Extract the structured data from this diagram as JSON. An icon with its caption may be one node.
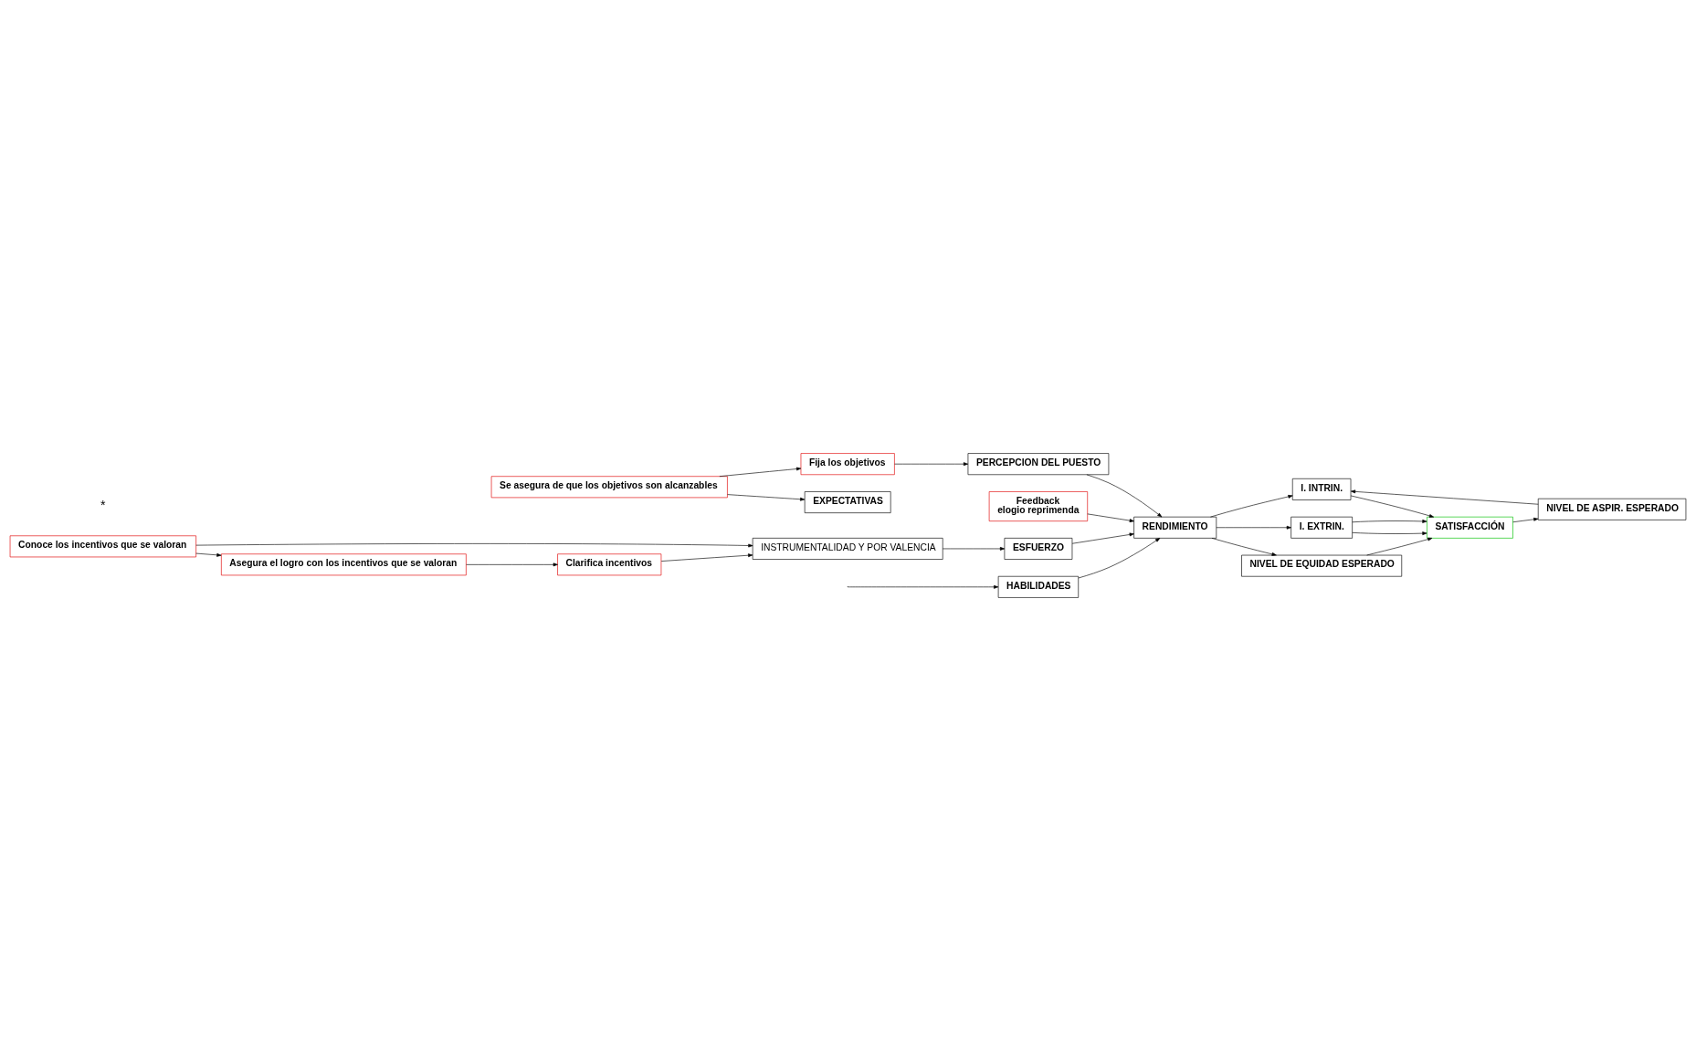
{
  "diagram": {
    "nodes": [
      {
        "text": [
          "Se asegura de que los objetivos son alcanzables"
        ]
      },
      {
        "text": [
          "Fija los objetivos"
        ]
      },
      {
        "text": [
          "PERCEPCION DEL PUESTO"
        ]
      },
      {
        "text": [
          "NIVEL DE ASPIR. ESPERADO"
        ]
      },
      {
        "text": [
          "Feedback",
          "elogio reprimenda"
        ]
      },
      {
        "text": [
          "I. INTRIN."
        ]
      },
      {
        "text": [
          "EXPECTATIVAS"
        ]
      },
      {
        "text": [
          "INSTRUMENTALIDAD Y POR VALENCIA"
        ]
      },
      {
        "text": [
          "ESFUERZO"
        ]
      },
      {
        "text": [
          "RENDIMIENTO"
        ]
      },
      {
        "text": [
          "SATISFACCIÓN"
        ]
      },
      {
        "text": [
          "HABILIDADES"
        ]
      },
      {
        "text": [
          "I. EXTRIN."
        ]
      },
      {
        "text": [
          "Clarifica incentivos"
        ]
      },
      {
        "text": [
          "Conoce los incentivos que se valoran"
        ]
      },
      {
        "text": [
          "Asegura el logro con los incentivos que se valoran"
        ]
      },
      {
        "text": [
          "NIVEL DE EQUIDAD ESPERADO"
        ]
      }
    ],
    "edges": [
      {
        "from": 0,
        "to": 6,
        "arrow": "to"
      },
      {
        "from": 0,
        "to": 1,
        "arrow": "to"
      },
      {
        "from": 1,
        "to": 2,
        "arrow": "to"
      },
      {
        "from": 2,
        "to": 9,
        "arrow": "to"
      },
      {
        "from": 3,
        "to": 5,
        "arrow": "to"
      },
      {
        "from": 4,
        "to": 9,
        "arrow": "to"
      },
      {
        "from": 7,
        "to": 8,
        "arrow": "to"
      },
      {
        "from": 8,
        "to": 9,
        "arrow": "to"
      },
      {
        "from": 9,
        "to": 5,
        "arrow": "to"
      },
      {
        "from": 5,
        "to": 10,
        "arrow": "to"
      },
      {
        "from": 10,
        "to": 3,
        "arrow": "to"
      },
      {
        "from": 9,
        "to": 12,
        "arrow": "to"
      },
      {
        "from": 9,
        "to": 16,
        "arrow": "to"
      },
      {
        "from": 12,
        "to": 10,
        "arrow": "to"
      },
      {
        "from": 12,
        "to": 10,
        "arrow": "to"
      },
      {
        "from": 16,
        "to": 10,
        "arrow": "to"
      },
      {
        "from": 11,
        "to": 9,
        "arrow": "to"
      },
      {
        "from": null,
        "to": 11,
        "arrow": "to"
      },
      {
        "from": 13,
        "to": 7,
        "arrow": "to"
      },
      {
        "from": 14,
        "to": 7,
        "arrow": "to"
      },
      {
        "from": 14,
        "to": 15,
        "arrow": "to"
      },
      {
        "from": 15,
        "to": 13,
        "arrow": "to"
      }
    ],
    "labels": [
      "*"
    ]
  }
}
